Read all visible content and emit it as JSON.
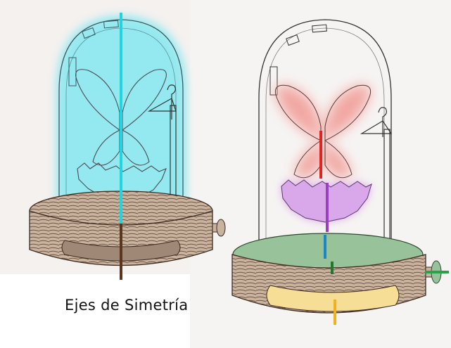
{
  "caption": "Ejes de Simetría",
  "illustrations": [
    {
      "id": "left-jar",
      "subject": "butterfly music box under glass dome",
      "highlight_colors": {
        "dome": "#74e6ef",
        "axis_main": "#22d3e0",
        "base_band": "#a08877",
        "axis_base": "#5a3520"
      }
    },
    {
      "id": "right-jar",
      "subject": "butterfly music box under glass dome",
      "highlight_colors": {
        "butterfly": "#f19a94",
        "butterfly_axis": "#e0241f",
        "gear": "#d396e6",
        "gear_axis": "#9b3fc2",
        "cup": "#8ec6e6",
        "cup_axis": "#1b86c4",
        "platform": "#98c29a",
        "platform_axis": "#1f7a2e",
        "knob_axis": "#2ca04a",
        "band": "#f6de97",
        "band_axis": "#f0b020"
      }
    }
  ]
}
